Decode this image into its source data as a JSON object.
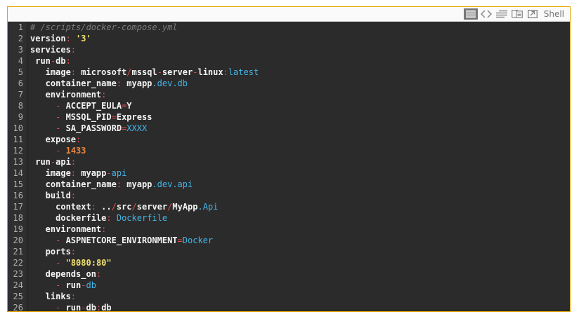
{
  "toolbar": {
    "language_label": "Shell",
    "icons": [
      "view-source-icon",
      "code-brackets-icon",
      "wrap-lines-icon",
      "copy-icon",
      "open-new-window-icon"
    ]
  },
  "code_lines": [
    [
      {
        "t": "# /scripts/docker-compose.yml",
        "k": "c"
      }
    ],
    [
      {
        "t": "version",
        "k": ""
      },
      {
        "t": ":",
        "k": "p"
      },
      {
        "t": " ",
        "k": ""
      },
      {
        "t": "'3'",
        "k": "s"
      }
    ],
    [
      {
        "t": "services",
        "k": ""
      },
      {
        "t": ":",
        "k": "p"
      }
    ],
    [
      {
        "t": " run",
        "k": ""
      },
      {
        "t": "-",
        "k": "p"
      },
      {
        "t": "db",
        "k": ""
      },
      {
        "t": ":",
        "k": "p"
      }
    ],
    [
      {
        "t": "   image",
        "k": ""
      },
      {
        "t": ":",
        "k": "p"
      },
      {
        "t": " microsoft",
        "k": ""
      },
      {
        "t": "/",
        "k": "p"
      },
      {
        "t": "mssql",
        "k": ""
      },
      {
        "t": "-",
        "k": "p"
      },
      {
        "t": "server",
        "k": ""
      },
      {
        "t": "-",
        "k": "p"
      },
      {
        "t": "linux",
        "k": ""
      },
      {
        "t": ":",
        "k": "p"
      },
      {
        "t": "latest",
        "k": "a"
      }
    ],
    [
      {
        "t": "   container_name",
        "k": ""
      },
      {
        "t": ":",
        "k": "p"
      },
      {
        "t": " myapp",
        "k": ""
      },
      {
        "t": ".dev.db",
        "k": "a"
      }
    ],
    [
      {
        "t": "   environment",
        "k": ""
      },
      {
        "t": ":",
        "k": "p"
      }
    ],
    [
      {
        "t": "     ",
        "k": ""
      },
      {
        "t": "-",
        "k": "p"
      },
      {
        "t": " ACCEPT_EULA",
        "k": ""
      },
      {
        "t": "=",
        "k": "p"
      },
      {
        "t": "Y",
        "k": ""
      }
    ],
    [
      {
        "t": "     ",
        "k": ""
      },
      {
        "t": "-",
        "k": "p"
      },
      {
        "t": " MSSQL_PID",
        "k": ""
      },
      {
        "t": "=",
        "k": "p"
      },
      {
        "t": "Express",
        "k": ""
      }
    ],
    [
      {
        "t": "     ",
        "k": ""
      },
      {
        "t": "-",
        "k": "p"
      },
      {
        "t": " SA_PASSWORD",
        "k": ""
      },
      {
        "t": "=",
        "k": "p"
      },
      {
        "t": "XXXX",
        "k": "a"
      }
    ],
    [
      {
        "t": "   expose",
        "k": ""
      },
      {
        "t": ":",
        "k": "p"
      }
    ],
    [
      {
        "t": "     ",
        "k": ""
      },
      {
        "t": "-",
        "k": "p"
      },
      {
        "t": " ",
        "k": ""
      },
      {
        "t": "1433",
        "k": "n"
      }
    ],
    [
      {
        "t": " run",
        "k": ""
      },
      {
        "t": "-",
        "k": "p"
      },
      {
        "t": "api",
        "k": ""
      },
      {
        "t": ":",
        "k": "p"
      }
    ],
    [
      {
        "t": "   image",
        "k": ""
      },
      {
        "t": ":",
        "k": "p"
      },
      {
        "t": " myapp",
        "k": ""
      },
      {
        "t": "-",
        "k": "p"
      },
      {
        "t": "api",
        "k": "a"
      }
    ],
    [
      {
        "t": "   container_name",
        "k": ""
      },
      {
        "t": ":",
        "k": "p"
      },
      {
        "t": " myapp",
        "k": ""
      },
      {
        "t": ".dev.api",
        "k": "a"
      }
    ],
    [
      {
        "t": "   build",
        "k": ""
      },
      {
        "t": ":",
        "k": "p"
      }
    ],
    [
      {
        "t": "     context",
        "k": ""
      },
      {
        "t": ":",
        "k": "p"
      },
      {
        "t": " ..",
        "k": ""
      },
      {
        "t": "/",
        "k": "p"
      },
      {
        "t": "src",
        "k": ""
      },
      {
        "t": "/",
        "k": "p"
      },
      {
        "t": "server",
        "k": ""
      },
      {
        "t": "/",
        "k": "p"
      },
      {
        "t": "MyApp",
        "k": ""
      },
      {
        "t": ".Api",
        "k": "a"
      }
    ],
    [
      {
        "t": "     dockerfile",
        "k": ""
      },
      {
        "t": ":",
        "k": "p"
      },
      {
        "t": " ",
        "k": ""
      },
      {
        "t": "Dockerfile",
        "k": "a"
      }
    ],
    [
      {
        "t": "   environment",
        "k": ""
      },
      {
        "t": ":",
        "k": "p"
      }
    ],
    [
      {
        "t": "     ",
        "k": ""
      },
      {
        "t": "-",
        "k": "p"
      },
      {
        "t": " ASPNETCORE_ENVIRONMENT",
        "k": ""
      },
      {
        "t": "=",
        "k": "p"
      },
      {
        "t": "Docker",
        "k": "a"
      }
    ],
    [
      {
        "t": "   ports",
        "k": ""
      },
      {
        "t": ":",
        "k": "p"
      }
    ],
    [
      {
        "t": "     ",
        "k": ""
      },
      {
        "t": "-",
        "k": "p"
      },
      {
        "t": " ",
        "k": ""
      },
      {
        "t": "\"8080:80\"",
        "k": "s"
      }
    ],
    [
      {
        "t": "   depends_on",
        "k": ""
      },
      {
        "t": ":",
        "k": "p"
      }
    ],
    [
      {
        "t": "     ",
        "k": ""
      },
      {
        "t": "-",
        "k": "p"
      },
      {
        "t": " run",
        "k": ""
      },
      {
        "t": "-",
        "k": "p"
      },
      {
        "t": "db",
        "k": "a"
      }
    ],
    [
      {
        "t": "   links",
        "k": ""
      },
      {
        "t": ":",
        "k": "p"
      }
    ],
    [
      {
        "t": "     ",
        "k": ""
      },
      {
        "t": "-",
        "k": "p"
      },
      {
        "t": " run",
        "k": ""
      },
      {
        "t": "-",
        "k": "p"
      },
      {
        "t": "db",
        "k": ""
      },
      {
        "t": ":",
        "k": "p"
      },
      {
        "t": "db",
        "k": ""
      }
    ]
  ],
  "colors": {
    "frame_border": "#e2a400",
    "background": "#2b2b2b",
    "punctuation": "#e34e4e",
    "string": "#f1e06d",
    "number": "#e8843f",
    "attribute": "#45b4e7",
    "comment": "#7a7a7a"
  }
}
